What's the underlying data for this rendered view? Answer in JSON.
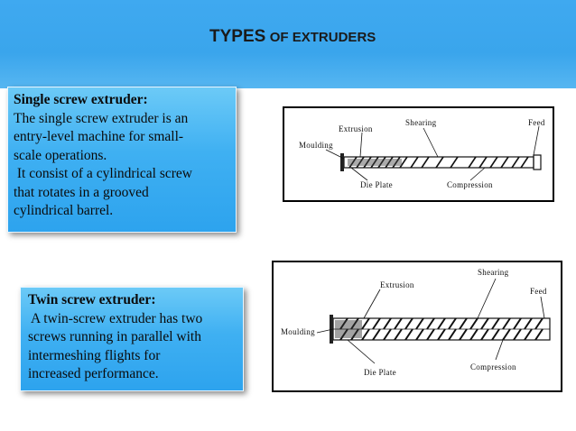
{
  "title": {
    "part1": "TYPES",
    "part2": "OF EXTRUDERS"
  },
  "single": {
    "heading": "Single screw extruder:",
    "line1": "The single screw extruder is an",
    "line2": "entry-level machine for small-",
    "line3": "scale operations.",
    "line4": " It consist of a cylindrical screw",
    "line5": "that rotates in a grooved",
    "line6": "cylindrical barrel."
  },
  "twin": {
    "heading": "Twin screw extruder:",
    "line1": " A twin-screw extruder has two",
    "line2": "screws running in parallel with",
    "line3": "intermeshing flights for",
    "line4": "increased performance."
  },
  "diagram1": {
    "labels": {
      "extrusion": "Extrusion",
      "shearing": "Shearing",
      "feed": "Feed",
      "moulding": "Moulding",
      "die_plate": "Die Plate",
      "compression": "Compression"
    }
  },
  "diagram2": {
    "labels": {
      "shearing": "Shearing",
      "extrusion": "Extrusion",
      "feed": "Feed",
      "moulding": "Moulding",
      "die_plate": "Die Plate",
      "compression": "Compression"
    }
  }
}
